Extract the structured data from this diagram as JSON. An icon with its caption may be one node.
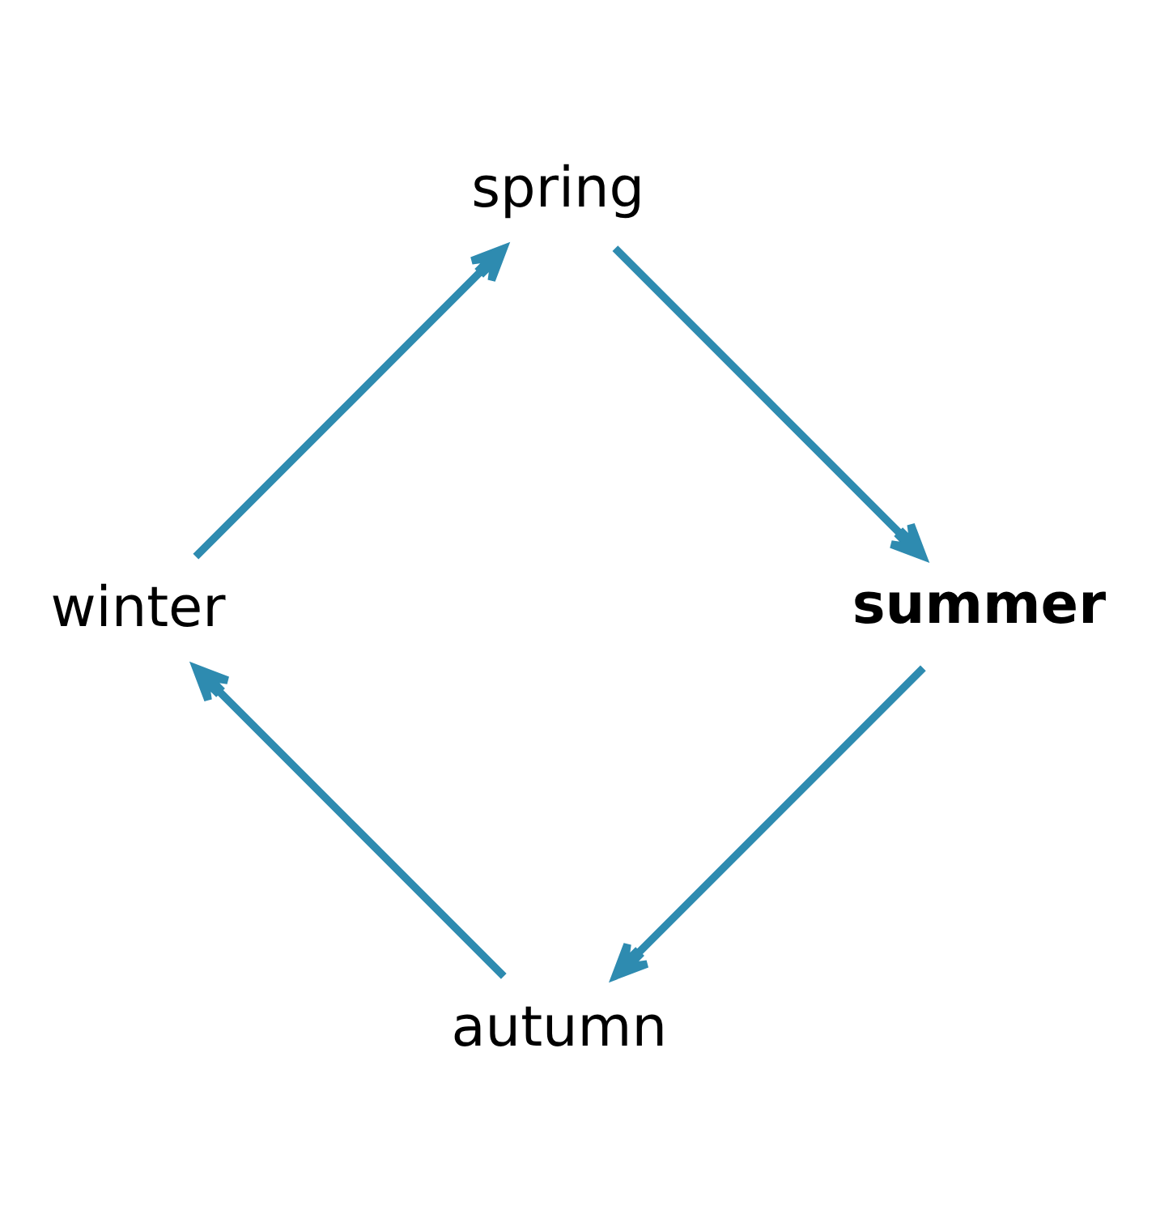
{
  "diagram": {
    "nodes": [
      {
        "text": [
          "autumn"
        ]
      },
      {
        "text": [
          "winter"
        ]
      },
      {
        "text": [
          "spring"
        ]
      },
      {
        "text": [
          "summer"
        ]
      }
    ],
    "edges": [
      {
        "from": 0,
        "to": 1,
        "arrow": "to"
      },
      {
        "from": 1,
        "to": 2,
        "arrow": "to"
      },
      {
        "from": 2,
        "to": 3,
        "arrow": "to"
      },
      {
        "from": 3,
        "to": 0,
        "arrow": "to"
      }
    ]
  }
}
